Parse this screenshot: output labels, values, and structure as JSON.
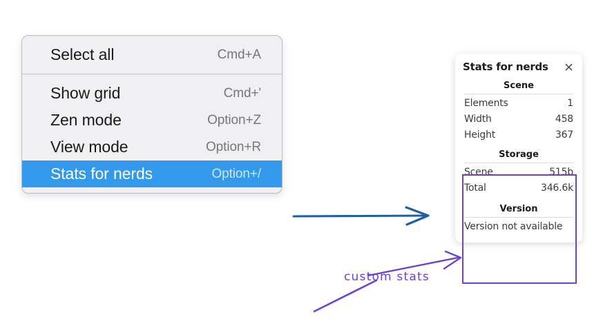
{
  "context_menu": {
    "groups": [
      {
        "items": [
          {
            "label": "Select all",
            "shortcut": "Cmd+A",
            "selected": false
          }
        ]
      },
      {
        "items": [
          {
            "label": "Show grid",
            "shortcut": "Cmd+'",
            "selected": false
          },
          {
            "label": "Zen mode",
            "shortcut": "Option+Z",
            "selected": false
          },
          {
            "label": "View mode",
            "shortcut": "Option+R",
            "selected": false
          },
          {
            "label": "Stats for nerds",
            "shortcut": "Option+/",
            "selected": true
          }
        ]
      }
    ],
    "highlight_color": "#3399ea"
  },
  "stats_panel": {
    "title": "Stats for nerds",
    "close_icon": "close-icon",
    "sections": [
      {
        "heading": "Scene",
        "rows": [
          {
            "key": "Elements",
            "value": "1"
          },
          {
            "key": "Width",
            "value": "458"
          },
          {
            "key": "Height",
            "value": "367"
          }
        ]
      },
      {
        "heading": "Storage",
        "rows": [
          {
            "key": "Scene",
            "value": "515b"
          },
          {
            "key": "Total",
            "value": "346.6k"
          }
        ]
      },
      {
        "heading": "Version",
        "note": "Version not available"
      }
    ]
  },
  "annotations": {
    "custom_stats_label": "custom stats",
    "purple_color": "#6c42d4",
    "blue_arrow_color": "#1f5fa0"
  }
}
